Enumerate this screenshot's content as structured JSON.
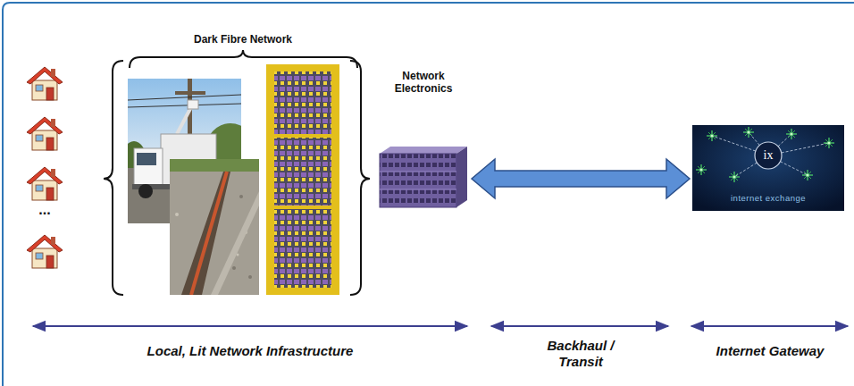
{
  "diagram": {
    "nodes": [
      {
        "text": [
          "Network Electronics"
        ]
      },
      {
        "text": [
          "ix",
          "internet exchange"
        ]
      }
    ],
    "edges": [
      {
        "from": 0,
        "to": 1,
        "arrow": "both"
      }
    ],
    "labels": [
      "Dark Fibre Network",
      "...",
      "Local, Lit Network Infrastructure",
      "Backhaul / Transit",
      "Internet Gateway"
    ]
  }
}
